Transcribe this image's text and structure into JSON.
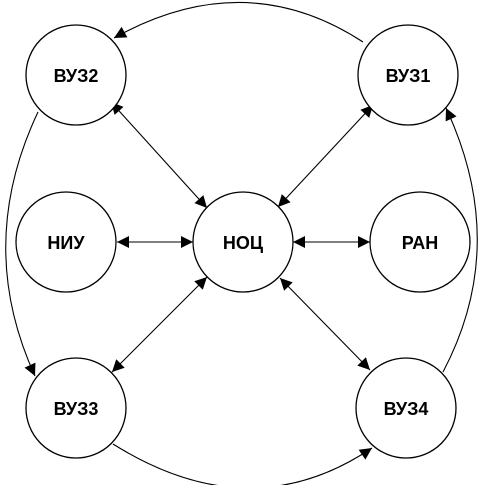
{
  "nodes": {
    "vuz2": "ВУЗ2",
    "vuz1": "ВУЗ1",
    "niu": "НИУ",
    "noc": "НОЦ",
    "ran": "РАН",
    "vuz3": "ВУЗ3",
    "vuz4": "ВУЗ4"
  },
  "edges": [
    {
      "from": "noc",
      "to": "vuz2",
      "direction": "both"
    },
    {
      "from": "noc",
      "to": "vuz1",
      "direction": "both"
    },
    {
      "from": "noc",
      "to": "niu",
      "direction": "both"
    },
    {
      "from": "noc",
      "to": "ran",
      "direction": "both"
    },
    {
      "from": "noc",
      "to": "vuz3",
      "direction": "both"
    },
    {
      "from": "noc",
      "to": "vuz4",
      "direction": "both"
    },
    {
      "from": "vuz1",
      "to": "vuz2",
      "direction": "forward"
    },
    {
      "from": "vuz2",
      "to": "vuz3",
      "direction": "forward"
    },
    {
      "from": "vuz3",
      "to": "vuz4",
      "direction": "forward"
    },
    {
      "from": "vuz4",
      "to": "vuz1",
      "direction": "forward"
    }
  ],
  "colors": {
    "stroke": "#000000",
    "fill": "#ffffff"
  }
}
